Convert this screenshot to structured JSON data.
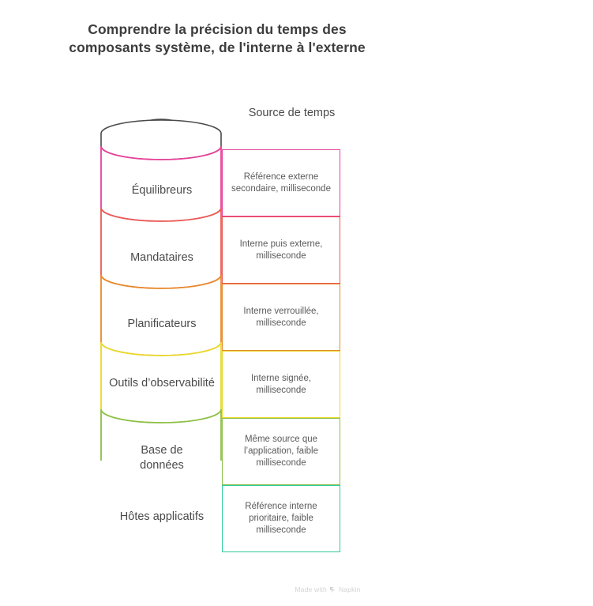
{
  "title": "Comprendre la précision du temps des composants système, de l'interne à l'externe",
  "column_header": "Source de temps",
  "watermark": {
    "text_before": "Made with",
    "brand": "Napkin",
    "logo_icon": "napkin-logo-icon"
  },
  "colors": {
    "pink": "#e8409a",
    "red": "#ea5a53",
    "orange": "#e8892b",
    "yellow": "#e8d92b",
    "green": "#8cc04a",
    "teal": "#2ecc9b",
    "cap": "#4a4a4a",
    "text": "#4a4a4a",
    "title": "#3d3d3d"
  },
  "chart_data": {
    "type": "diagram-stack",
    "title": "Comprendre la précision du temps des composants système, de l'interne à l'externe",
    "column_header": "Source de temps",
    "orientation": "vertical-cylinder-top-to-bottom",
    "note": "Stacked cylinder layers ordered external (top) to internal (bottom), each paired with its time source description.",
    "layers": [
      {
        "name": "Équilibreurs",
        "source": "Référence externe secondaire, milliseconde",
        "color": "#e8409a",
        "order": 1
      },
      {
        "name": "Mandataires",
        "source": "Interne puis externe, milliseconde",
        "color": "#ea5a53",
        "order": 2
      },
      {
        "name": "Planificateurs",
        "source": "Interne verrouillée, milliseconde",
        "color": "#e8892b",
        "order": 3
      },
      {
        "name": "Outils d’observabilité",
        "source": "Interne signée, milliseconde",
        "color": "#e8d92b",
        "order": 4
      },
      {
        "name": "Base de données",
        "source": "Même source que l’application, faible milliseconde",
        "color": "#8cc04a",
        "order": 5
      },
      {
        "name": "Hôtes applicatifs",
        "source": "Référence interne prioritaire, faible milliseconde",
        "color": "#2ecc9b",
        "order": 6
      }
    ]
  },
  "layers": [
    {
      "label": "Équilibreurs",
      "source": "Référence externe secondaire, milliseconde"
    },
    {
      "label": "Mandataires",
      "source": "Interne puis externe, milliseconde"
    },
    {
      "label": "Planificateurs",
      "source": "Interne verrouillée, milliseconde"
    },
    {
      "label": "Outils d’observabilité",
      "source": "Interne signée, milliseconde"
    },
    {
      "label": "Base de données",
      "source": "Même source que l’application, faible milliseconde"
    },
    {
      "label": "Hôtes applicatifs",
      "source": "Référence interne prioritaire, faible milliseconde"
    }
  ]
}
